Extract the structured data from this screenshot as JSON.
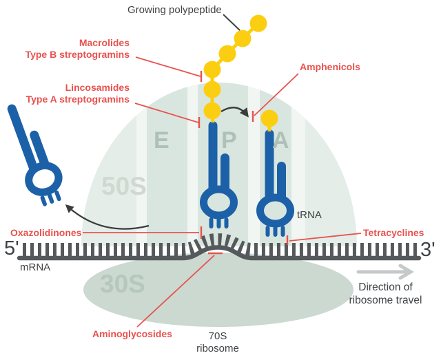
{
  "labels": {
    "growing_polypeptide": "Growing polypeptide",
    "macrolides_line1": "Macrolides",
    "macrolides_line2": "Type B streptogramins",
    "lincosamides_line1": "Lincosamides",
    "lincosamides_line2": "Type A streptogramins",
    "amphenicols": "Amphenicols",
    "oxazolidinones": "Oxazolidinones",
    "tetracyclines": "Tetracyclines",
    "aminoglycosides": "Aminoglycosides",
    "trna": "tRNA",
    "mrna": "mRNA",
    "five_prime": "5'",
    "three_prime": "3'",
    "site_e": "E",
    "site_p": "P",
    "site_a": "A",
    "subunit_large": "50S",
    "subunit_small": "30S",
    "ribosome_line1": "70S",
    "ribosome_line2": "ribosome",
    "direction_line1": "Direction of",
    "direction_line2": "ribosome travel"
  },
  "colors": {
    "antibiotic_label_red": "#e8524e",
    "trna_blue": "#1c61a8",
    "polypeptide_yellow": "#fcce12",
    "mrna_gray": "#55595b",
    "dome_green": "#e4ede8",
    "site_band_green": "#d9e6df",
    "site_stripe_light": "#f1f6f2",
    "small_subunit_green": "#cbd9d0",
    "direction_arrow_gray": "#c6c9ca",
    "text_dark": "#3f4245"
  }
}
